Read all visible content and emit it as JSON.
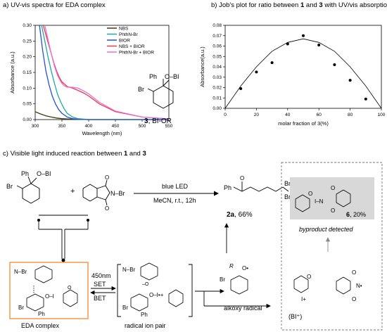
{
  "panel_a": {
    "title_prefix": "a) ",
    "title": "UV-vis spectra for EDA complex",
    "compound_label_num": "3",
    "compound_label_text": ", BI-OR",
    "struct_ph": "Ph",
    "struct_obi": "O–BI",
    "struct_br": "Br"
  },
  "panel_b": {
    "title_prefix": "b) ",
    "title_part1": "Job's plot for ratio between ",
    "title_num1": "1",
    "title_part2": " and ",
    "title_num2": "3",
    "title_part3": " with UV/vis absorption"
  },
  "panel_c": {
    "title_prefix": "c) ",
    "title_part1": "Visible light induced reaction between ",
    "title_num1": "1",
    "title_part2": " and ",
    "title_num2": "3",
    "reactant_ph": "Ph",
    "reactant_obi": "O–BI",
    "reactant_br": "Br",
    "plus": "+",
    "nbs_br": "N–Br",
    "cond_top": "blue LED",
    "cond_bottom": "MeCN, r.t., 12h",
    "product_ph": "Ph",
    "product_br1": "Br",
    "product_br2": "Br",
    "product_label_num": "2a",
    "product_label_yield": ", 66%",
    "byproduct_yield_num": "6",
    "byproduct_yield": ", 20%",
    "byproduct_note": "byproduct detected",
    "eda_label": "EDA complex",
    "step_nm": "450nm",
    "step_set": "SET",
    "step_bet": "BET",
    "radical_label": "radical ion pair",
    "alkoxy_label": "alkoxy radical",
    "bi_plus": "(BI⁺)",
    "br_label": "Br",
    "ph_label": "Ph",
    "r_label": "R"
  },
  "chart_data": [
    {
      "type": "line",
      "title": "",
      "xlabel": "Wavelength (nm)",
      "ylabel": "Absorbance (a.u.)",
      "xlim": [
        300,
        550
      ],
      "ylim": [
        0,
        0.3
      ],
      "xticks": [
        300,
        350,
        400,
        450,
        500,
        550
      ],
      "yticks": [
        0.0,
        0.05,
        0.1,
        0.15,
        0.2,
        0.25,
        0.3
      ],
      "legend_position": "top-right",
      "series": [
        {
          "name": "NBS",
          "color": "#3b3b10",
          "x": [
            300,
            310,
            320,
            330,
            340,
            350,
            360,
            380,
            400,
            450,
            500,
            550
          ],
          "y": [
            0.025,
            0.018,
            0.012,
            0.008,
            0.005,
            0.003,
            0.002,
            0.001,
            0.0,
            0.0,
            0.0,
            0.0
          ]
        },
        {
          "name": "PhthN-Br",
          "color": "#1faa9f",
          "x": [
            312,
            318,
            324,
            330,
            336,
            342,
            348,
            354,
            360,
            370,
            380,
            400,
            450,
            550
          ],
          "y": [
            0.3,
            0.25,
            0.2,
            0.155,
            0.115,
            0.08,
            0.055,
            0.035,
            0.02,
            0.008,
            0.003,
            0.0,
            0.0,
            0.0
          ]
        },
        {
          "name": "BIOR",
          "color": "#2650d8",
          "x": [
            308,
            314,
            320,
            326,
            332,
            338,
            344,
            350,
            360,
            370,
            380,
            400,
            450,
            550
          ],
          "y": [
            0.3,
            0.22,
            0.155,
            0.11,
            0.075,
            0.05,
            0.032,
            0.02,
            0.008,
            0.003,
            0.001,
            0.0,
            0.0,
            0.0
          ]
        },
        {
          "name": "NBS + BIOR",
          "color": "#ee3a4a",
          "x": [
            315,
            320,
            325,
            330,
            335,
            340,
            345,
            350,
            360,
            370,
            380,
            390,
            400,
            420,
            450,
            500,
            550
          ],
          "y": [
            0.3,
            0.27,
            0.24,
            0.21,
            0.18,
            0.155,
            0.135,
            0.12,
            0.105,
            0.1,
            0.093,
            0.085,
            0.075,
            0.05,
            0.025,
            0.008,
            0.002
          ]
        },
        {
          "name": "PhthN-Br + BIOR",
          "color": "#e86fd8",
          "x": [
            318,
            324,
            330,
            336,
            342,
            348,
            354,
            360,
            370,
            380,
            390,
            400,
            420,
            450,
            500,
            550
          ],
          "y": [
            0.3,
            0.255,
            0.21,
            0.17,
            0.14,
            0.12,
            0.108,
            0.103,
            0.103,
            0.1,
            0.092,
            0.082,
            0.055,
            0.027,
            0.008,
            0.002
          ]
        }
      ]
    },
    {
      "type": "scatter",
      "title": "",
      "xlabel": "molar fraction of 3(%)",
      "ylabel": "Absorbance(a.u.)",
      "xlim": [
        0,
        100
      ],
      "ylim": [
        0,
        0.08
      ],
      "xticks": [
        0,
        20,
        40,
        60,
        80,
        100
      ],
      "yticks": [
        0.0,
        0.01,
        0.02,
        0.03,
        0.04,
        0.05,
        0.06,
        0.07,
        0.08
      ],
      "series": [
        {
          "name": "",
          "color": "#000000",
          "x": [
            10,
            20,
            30,
            40,
            50,
            60,
            70,
            80,
            90
          ],
          "y": [
            0.019,
            0.035,
            0.044,
            0.062,
            0.07,
            0.061,
            0.042,
            0.027,
            0.009
          ]
        }
      ],
      "fit": {
        "x": [
          0,
          10,
          20,
          30,
          40,
          50,
          60,
          70,
          80,
          90,
          100
        ],
        "y": [
          0.0,
          0.0215,
          0.04,
          0.055,
          0.0635,
          0.067,
          0.0635,
          0.055,
          0.04,
          0.0215,
          0.0
        ]
      }
    }
  ]
}
